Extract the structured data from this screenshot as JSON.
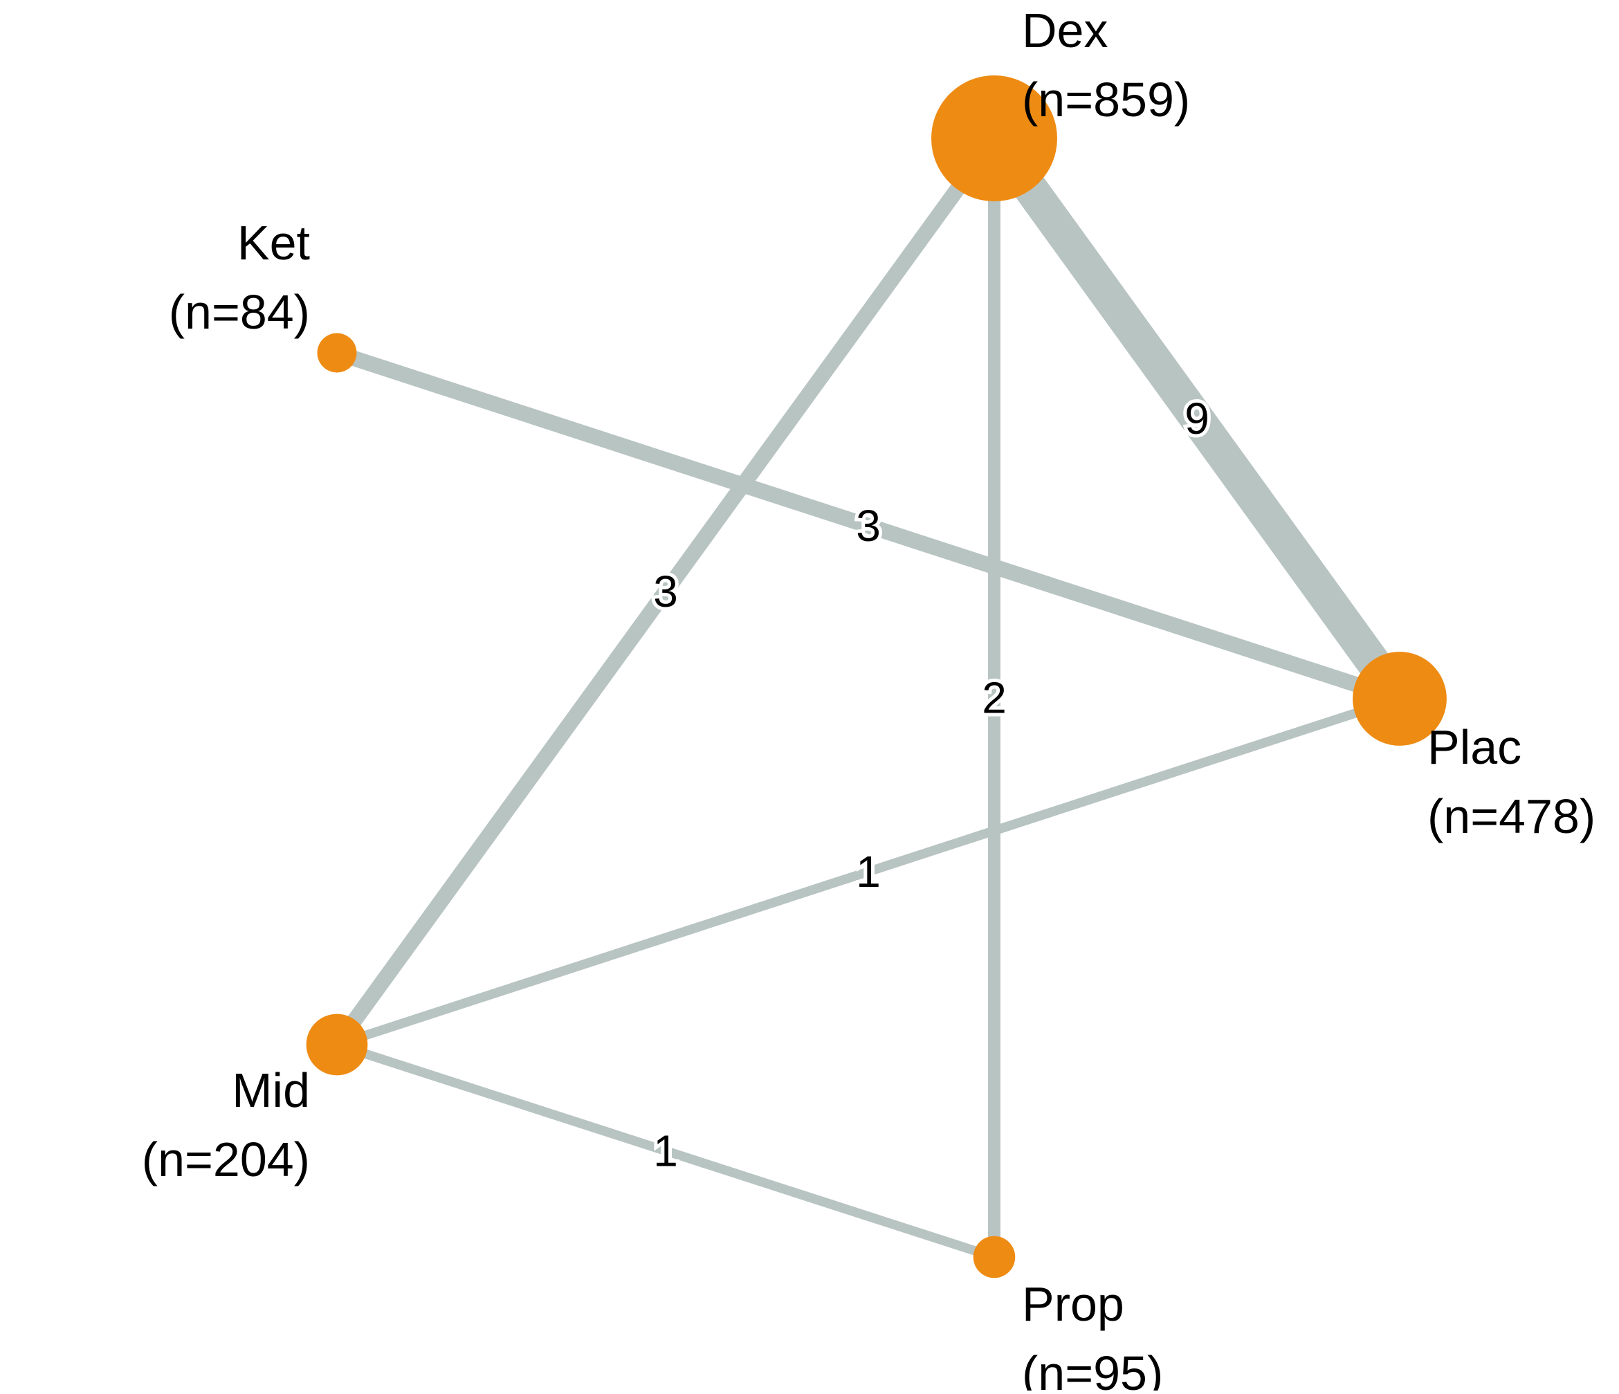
{
  "colors": {
    "node": "#EE8B13",
    "edge": "#B8C4C2",
    "text": "#000000",
    "background": "#FFFFFF"
  },
  "nodes": [
    {
      "id": "dex",
      "label": "Dex",
      "n_label": "(n=859)",
      "n": 859
    },
    {
      "id": "ket",
      "label": "Ket",
      "n_label": "(n=84)",
      "n": 84
    },
    {
      "id": "plac",
      "label": "Plac",
      "n_label": "(n=478)",
      "n": 478
    },
    {
      "id": "mid",
      "label": "Mid",
      "n_label": "(n=204)",
      "n": 204
    },
    {
      "id": "prop",
      "label": "Prop",
      "n_label": "(n=95)",
      "n": 95
    }
  ],
  "edges": [
    {
      "from": "dex",
      "to": "plac",
      "label": "9",
      "count": 9
    },
    {
      "from": "dex",
      "to": "mid",
      "label": "3",
      "count": 3
    },
    {
      "from": "ket",
      "to": "plac",
      "label": "3",
      "count": 3
    },
    {
      "from": "dex",
      "to": "prop",
      "label": "2",
      "count": 2
    },
    {
      "from": "mid",
      "to": "plac",
      "label": "1",
      "count": 1
    },
    {
      "from": "mid",
      "to": "prop",
      "label": "1",
      "count": 1
    }
  ]
}
